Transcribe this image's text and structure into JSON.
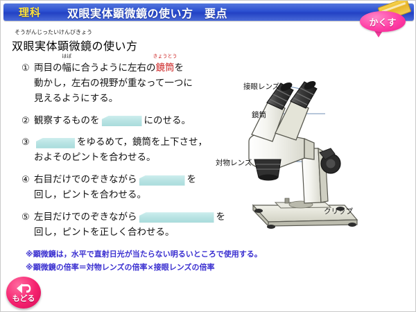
{
  "header": {
    "subject": "理科",
    "title": "双眼実体顕微鏡の使い方　要点",
    "bar_color": "#2b4fd0",
    "subject_color": "#ffe23a"
  },
  "hide_button": {
    "label": "かくす",
    "icon": "ribbon-icon",
    "color": "#ff3ea5"
  },
  "subtitle": {
    "furigana": "そうがんじったいけんびきょう",
    "text": "双眼実体顕微鏡の使い方"
  },
  "steps": [
    {
      "marker": "①",
      "lines": [
        {
          "segments": [
            {
              "type": "text",
              "text": "両目の"
            },
            {
              "type": "ruby",
              "base": "幅",
              "rt": "はば",
              "color": "#111111"
            },
            {
              "type": "text",
              "text": "に合うように左右の"
            },
            {
              "type": "ruby",
              "base": "鏡筒",
              "rt": "きょうとう",
              "color": "#cc2222"
            },
            {
              "type": "text",
              "text": "を"
            }
          ]
        },
        {
          "segments": [
            {
              "type": "text",
              "text": "動かし，左右の視野が重なって一つに"
            }
          ]
        },
        {
          "segments": [
            {
              "type": "text",
              "text": "見えるようにする。"
            }
          ]
        }
      ]
    },
    {
      "marker": "②",
      "lines": [
        {
          "segments": [
            {
              "type": "text",
              "text": "観察するものを"
            },
            {
              "type": "blank",
              "width": "blank-w1"
            },
            {
              "type": "text",
              "text": "にのせる。"
            }
          ]
        }
      ]
    },
    {
      "marker": "③",
      "lines": [
        {
          "segments": [
            {
              "type": "blank",
              "width": "blank-w3"
            },
            {
              "type": "text",
              "text": "をゆるめて，鏡筒を上下させ，"
            }
          ]
        },
        {
          "segments": [
            {
              "type": "text",
              "text": "およそのピントを合わせる。"
            }
          ]
        }
      ]
    },
    {
      "marker": "④",
      "lines": [
        {
          "segments": [
            {
              "type": "text",
              "text": "右目だけでのぞきながら"
            },
            {
              "type": "blank",
              "width": "blank-w2"
            },
            {
              "type": "text",
              "text": "を"
            }
          ]
        },
        {
          "segments": [
            {
              "type": "text",
              "text": "回し，ピントを合わせる。"
            }
          ]
        }
      ]
    },
    {
      "marker": "⑤",
      "lines": [
        {
          "segments": [
            {
              "type": "text",
              "text": "左目だけでのぞきながら"
            },
            {
              "type": "blank",
              "width": "blank-w4"
            },
            {
              "type": "text",
              "text": "を"
            }
          ]
        },
        {
          "segments": [
            {
              "type": "text",
              "text": "回し，ピントを正しく合わせる。"
            }
          ]
        }
      ]
    }
  ],
  "notes": [
    "※顕微鏡は，水平で直射日光が当たらない明るいところで使用する。",
    "※顕微鏡の倍率＝対物レンズの倍率×接眼レンズの倍率"
  ],
  "notes_color": "#3a2fd0",
  "diagram": {
    "image_name": "binocular-stereo-microscope-illustration",
    "labels": {
      "eyepiece": "接眼レンズ",
      "tube": "鏡筒",
      "objective": "対物レンズ",
      "clip": "クリップ"
    }
  },
  "back_button": {
    "label": "もどる",
    "icon": "back-arrow-icon",
    "color": "#f5216e"
  }
}
